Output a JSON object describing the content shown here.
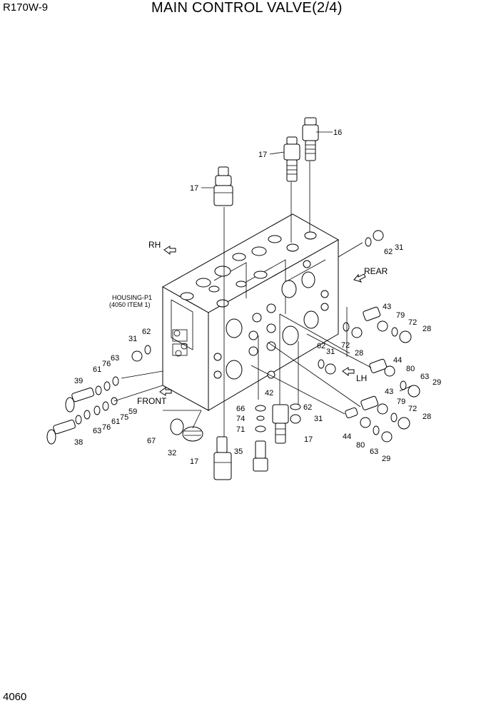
{
  "header": {
    "model": "R170W-9",
    "title": "MAIN CONTROL VALVE(2/4)",
    "page_number": "4060"
  },
  "housing_label": {
    "line1": "HOUSING-P1",
    "line2": "(4050 ITEM 1)"
  },
  "directions": {
    "rh": "RH",
    "rear": "REAR",
    "lh": "LH",
    "front": "FRONT"
  },
  "callouts": [
    "16",
    "17",
    "17",
    "31",
    "62",
    "43",
    "79",
    "72",
    "28",
    "62",
    "31",
    "72",
    "28",
    "44",
    "80",
    "63",
    "29",
    "43",
    "79",
    "72",
    "28",
    "44",
    "80",
    "63",
    "29",
    "31",
    "62",
    "61",
    "76",
    "63",
    "39",
    "42",
    "66",
    "74",
    "71",
    "62",
    "31",
    "59",
    "75",
    "61",
    "76",
    "63",
    "38",
    "67",
    "32",
    "35",
    "17",
    "17"
  ]
}
